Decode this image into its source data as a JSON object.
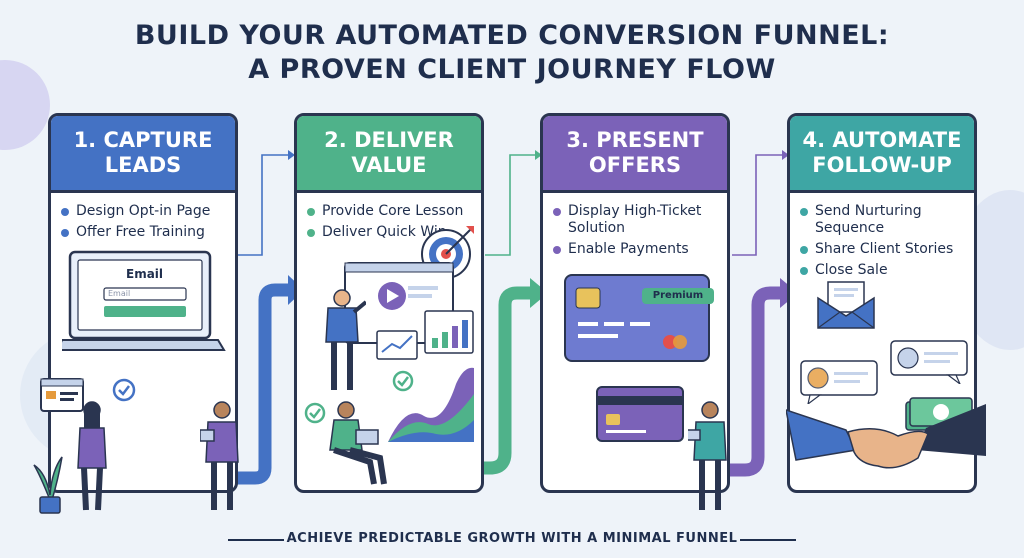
{
  "title": {
    "line1": "BUILD YOUR AUTOMATED CONVERSION FUNNEL:",
    "line2": "A PROVEN CLIENT JOURNEY FLOW"
  },
  "colors": {
    "step1": "#4472c4",
    "step2": "#4fb28a",
    "step3": "#7b62b8",
    "step4": "#3ea6a4",
    "ink": "#1f2e4d"
  },
  "steps": [
    {
      "heading": "1. CAPTURE\nLEADS",
      "bullets": [
        "Design Opt-in Page",
        "Offer Free Training"
      ]
    },
    {
      "heading": "2. DELIVER\nVALUE",
      "bullets": [
        "Provide Core Lesson",
        "Deliver Quick Win"
      ]
    },
    {
      "heading": "3. PRESENT\nOFFERS",
      "bullets": [
        "Display High-Ticket Solution",
        "Enable Payments"
      ]
    },
    {
      "heading": "4. AUTOMATE\nFOLLOW-UP",
      "bullets": [
        "Send Nurturing Sequence",
        "Share Client Stories",
        "Close Sale"
      ]
    }
  ],
  "optin": {
    "label": "Email",
    "placeholder": "Email"
  },
  "card_badge": "Premium",
  "icons": [
    "laptop-icon",
    "target-icon",
    "video-play-icon",
    "credit-card-icon",
    "envelope-icon",
    "chat-bubble-icon",
    "handshake-icon",
    "money-icon",
    "checkmark-icon"
  ],
  "footer": "ACHIEVE PREDICTABLE GROWTH WITH A MINIMAL FUNNEL"
}
